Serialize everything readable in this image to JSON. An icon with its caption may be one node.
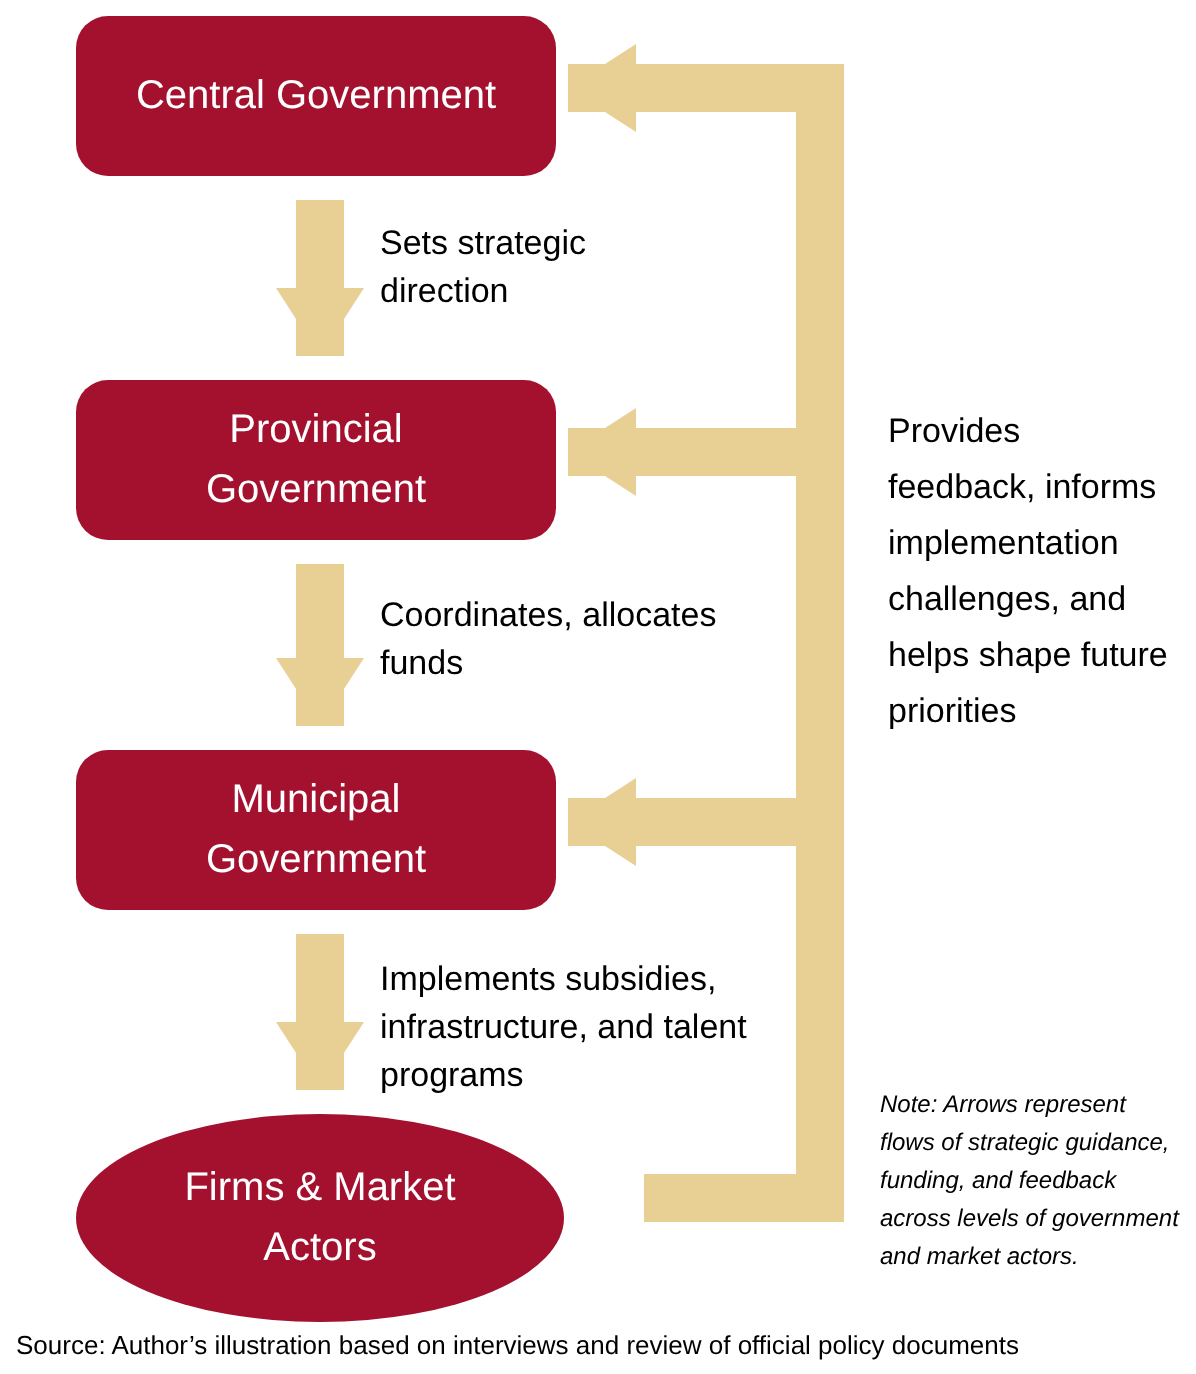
{
  "diagram": {
    "caption": "Source: Author’s illustration based on interviews and review of official policy documents",
    "nodes": [
      {
        "text": [
          "Central Government"
        ]
      },
      {
        "text": [
          "Provincial Government"
        ]
      },
      {
        "text": [
          "Municipal Government"
        ]
      },
      {
        "text": [
          "Firms & Market Actors"
        ]
      }
    ],
    "edges": [
      {
        "from": 0,
        "to": 1,
        "arrow": "to",
        "label": "Sets strategic direction"
      },
      {
        "from": 1,
        "to": 2,
        "arrow": "to",
        "label": "Coordinates, allocates funds"
      },
      {
        "from": 2,
        "to": 3,
        "arrow": "to",
        "label": "Implements subsidies, infrastructure, and talent programs"
      },
      {
        "from": 3,
        "to": 0,
        "arrow": "to"
      },
      {
        "from": 3,
        "to": 1,
        "arrow": "to"
      },
      {
        "from": 3,
        "to": 2,
        "arrow": "to"
      }
    ],
    "labels": [
      "Provides feedback, informs implementation challenges, and helps shape future priorities",
      "Note: Arrows represent flows of strategic guidance, funding, and feedback across levels of government and market actors."
    ]
  }
}
